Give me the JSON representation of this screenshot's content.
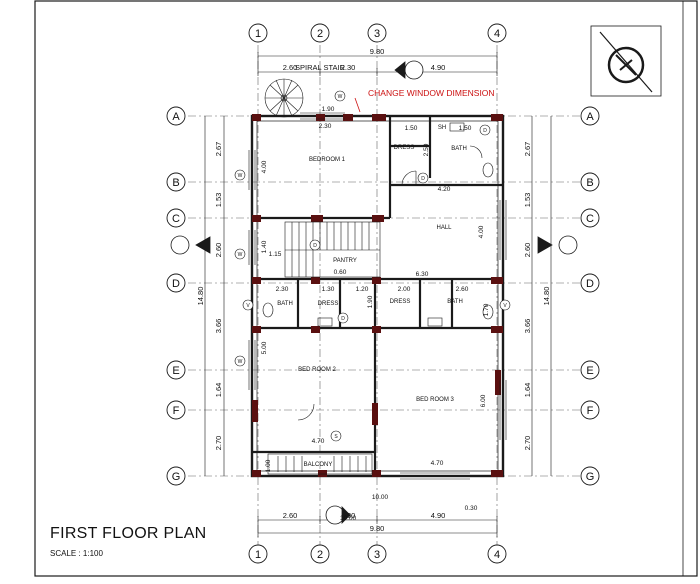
{
  "sheet": {
    "title": "FIRST FLOOR PLAN",
    "scale": "SCALE  :  1:100",
    "note": "CHANGE WINDOW DIMENSION"
  },
  "grid": {
    "columns": [
      "1",
      "2",
      "3",
      "4"
    ],
    "rows": [
      "A",
      "B",
      "C",
      "D",
      "E",
      "F",
      "G"
    ]
  },
  "dimensions": {
    "top_total": "9.80",
    "top_segments": [
      "2.60",
      "2.30",
      "4.90"
    ],
    "spiral_stair": "SPIRAL STAIR",
    "bottom_total": "9.80",
    "bottom_segments": [
      "2.60",
      "2.30",
      "4.90"
    ],
    "left_total": "14.80",
    "left_segments": [
      "2.67",
      "1.53",
      "2.60",
      "3.66",
      "1.64",
      "2.70"
    ],
    "right_total": "14.80",
    "right_segments": [
      "2.67",
      "1.53",
      "2.60",
      "3.66",
      "1.64",
      "2.70"
    ],
    "interior": [
      "1.90",
      "2.30",
      "1.50",
      "1.50",
      "2.50",
      "4.20",
      "4.00",
      "4.00",
      "1.40",
      "1.15",
      "0.60",
      "6.30",
      "1.20",
      "2.30",
      "1.30",
      "2.00",
      "2.60",
      "1.90",
      "1.70",
      "5.00",
      "4.70",
      "4.70",
      "6.00",
      "1.00",
      "10.00",
      "0.30",
      "10.00"
    ]
  },
  "rooms": {
    "bedroom1": "BEDROOM 1",
    "dress1": "DRESS",
    "sh": "SH",
    "bath1": "BATH",
    "hall": "HALL",
    "pantry": "PANTRY",
    "bath2": "BATH",
    "dress2": "DRESS",
    "dress3": "DRESS",
    "bath3": "BATH",
    "bedroom2": "BED ROOM 2",
    "bedroom3": "BED ROOM 3",
    "balcony": "BALCONY"
  },
  "tags": {
    "window": "W",
    "door": "D",
    "ventilator": "V",
    "section": "S"
  },
  "colors": {
    "line": "#1a1a1a",
    "wall_fill": "#222222",
    "column_fill": "#5a1010",
    "note": "#cc1111",
    "grid_line": "#555555"
  }
}
